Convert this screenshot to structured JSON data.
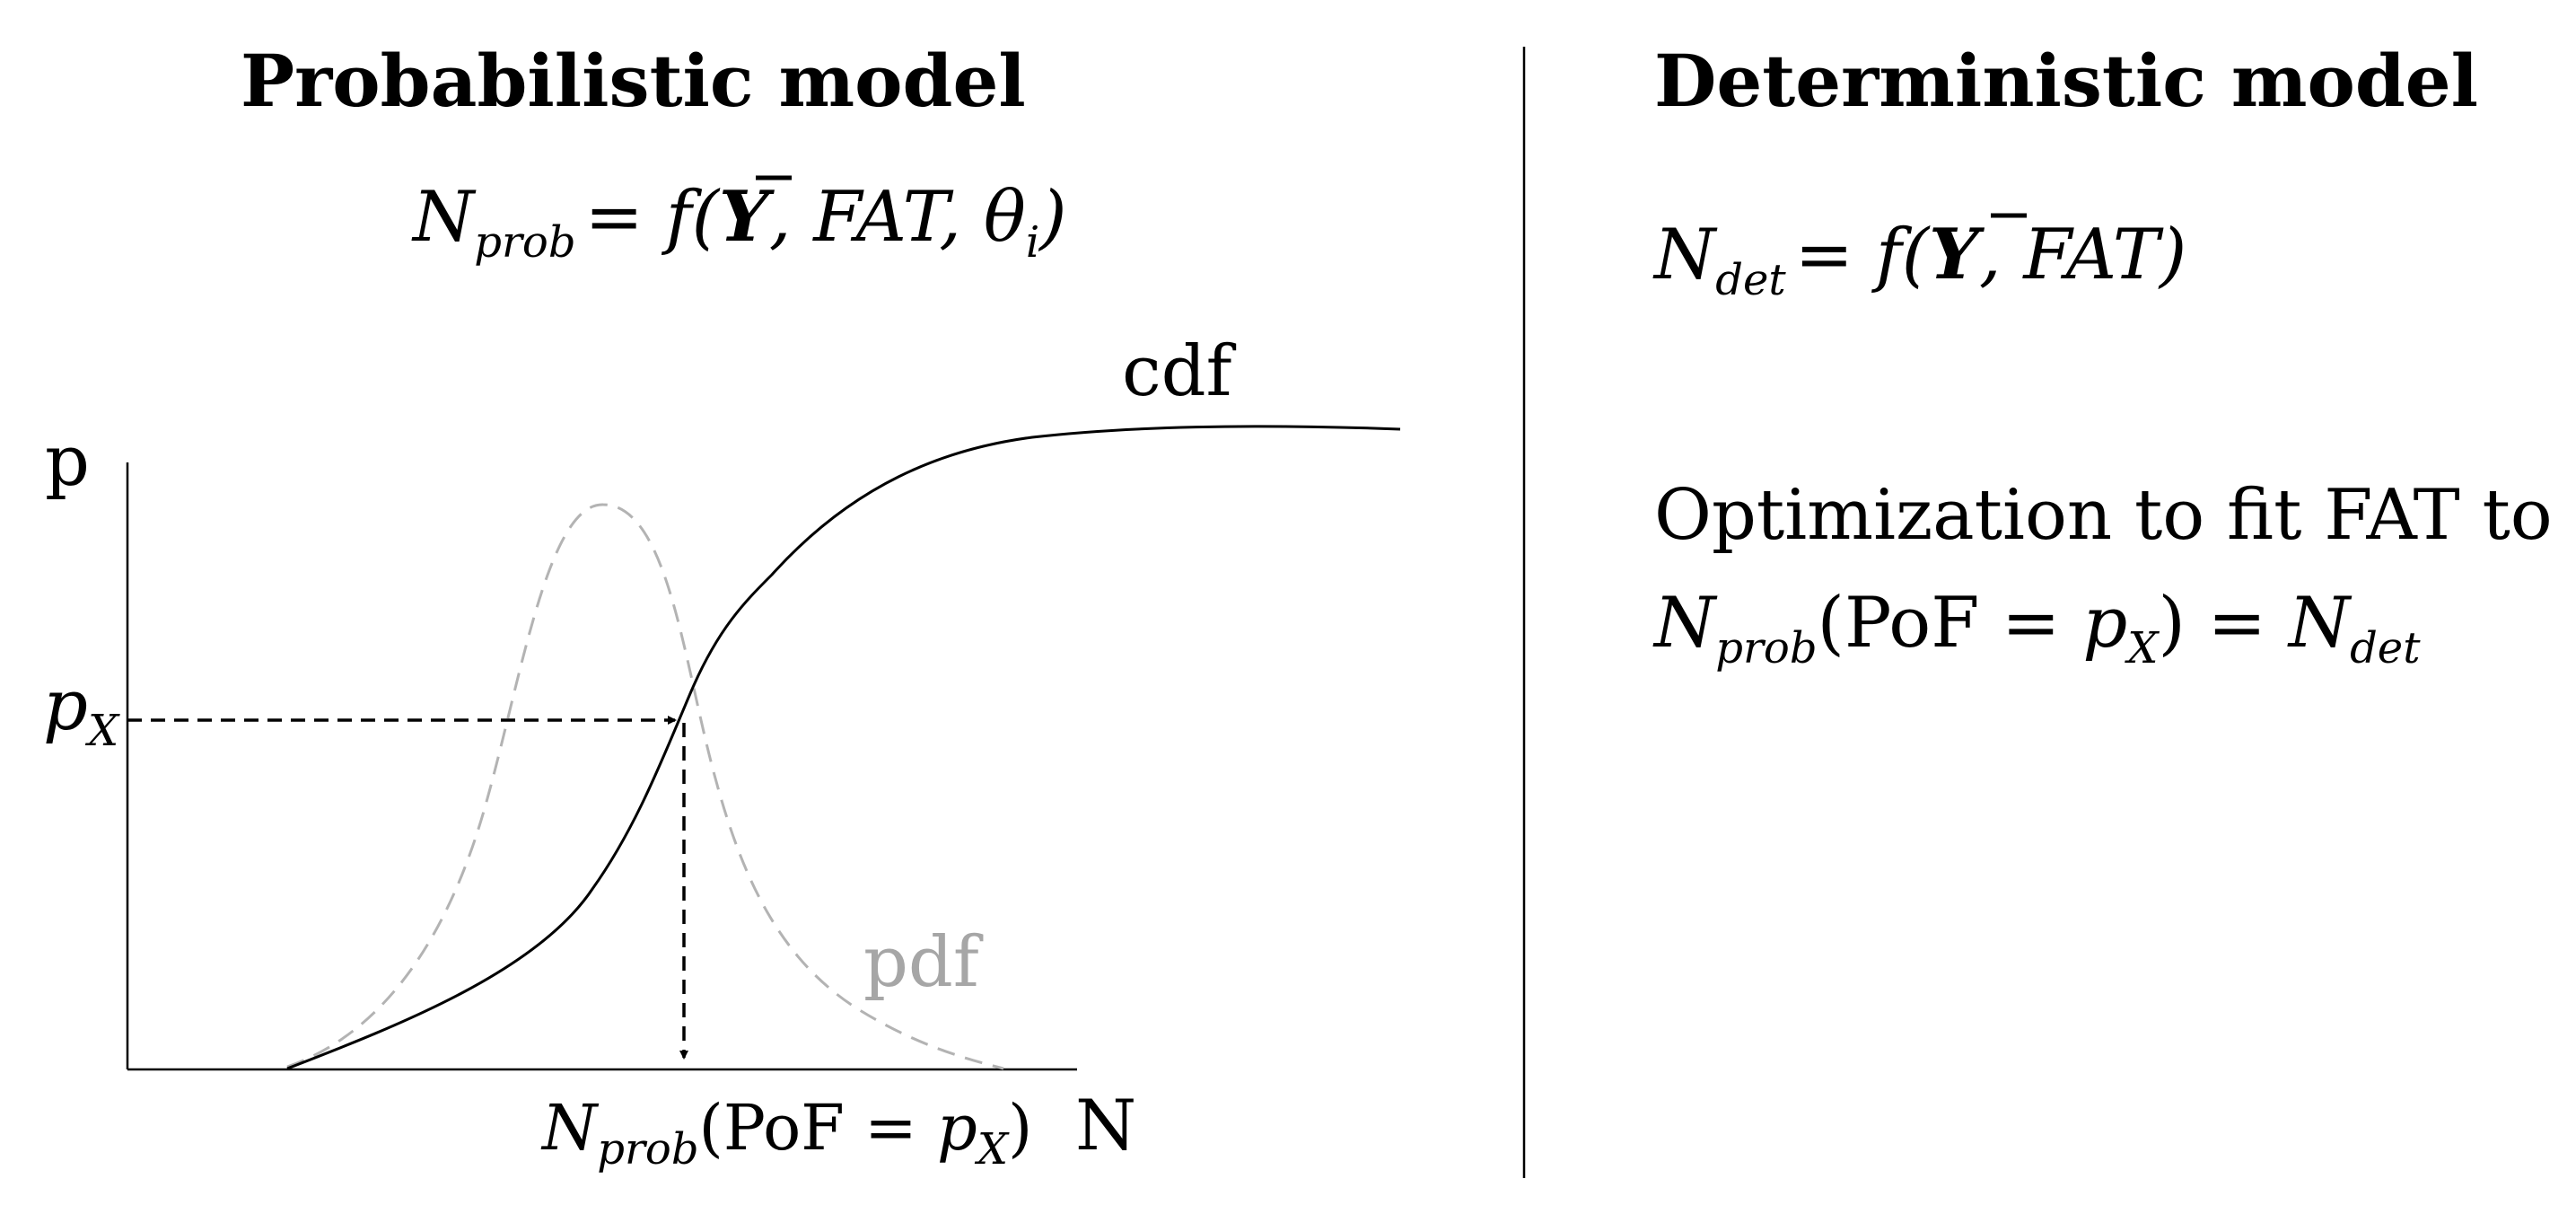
{
  "left_panel": {
    "title": "Probabilistic model",
    "equation": {
      "lhs_symbol": "N",
      "lhs_subscript": "prob",
      "rhs_prefix": "= f(",
      "ybar": "Y",
      "rhs_mid": ", FAT, ",
      "theta": "θ",
      "theta_subscript": "i",
      "rhs_suffix": ")"
    },
    "diagram": {
      "y_axis_label": "p",
      "x_axis_label": "N",
      "cdf_label": "cdf",
      "pdf_label": "pdf",
      "px_symbol": "p",
      "px_subscript": "X",
      "xlabel_symbol": "N",
      "xlabel_subscript": "prob",
      "xlabel_open": "(PoF = ",
      "xlabel_p": "p",
      "xlabel_p_subscript": "X",
      "xlabel_close": ")"
    }
  },
  "right_panel": {
    "title": "Deterministic model",
    "equation": {
      "lhs_symbol": "N",
      "lhs_subscript": "det",
      "rhs_prefix": "= f(",
      "ybar": "Y",
      "rhs_suffix": ", FAT)"
    },
    "optimization_line1": "Optimization to fit FAT to",
    "optimization_line2": {
      "n_symbol": "N",
      "n_subscript": "prob",
      "open": "(PoF = ",
      "p_symbol": "p",
      "p_subscript": "X",
      "mid": ") = ",
      "det_symbol": "N",
      "det_subscript": "det"
    }
  },
  "colors": {
    "ink": "#000000",
    "pdf_curve": "#b3b3b3",
    "pdf_label": "#a6a6a6",
    "divider": "#000000"
  }
}
